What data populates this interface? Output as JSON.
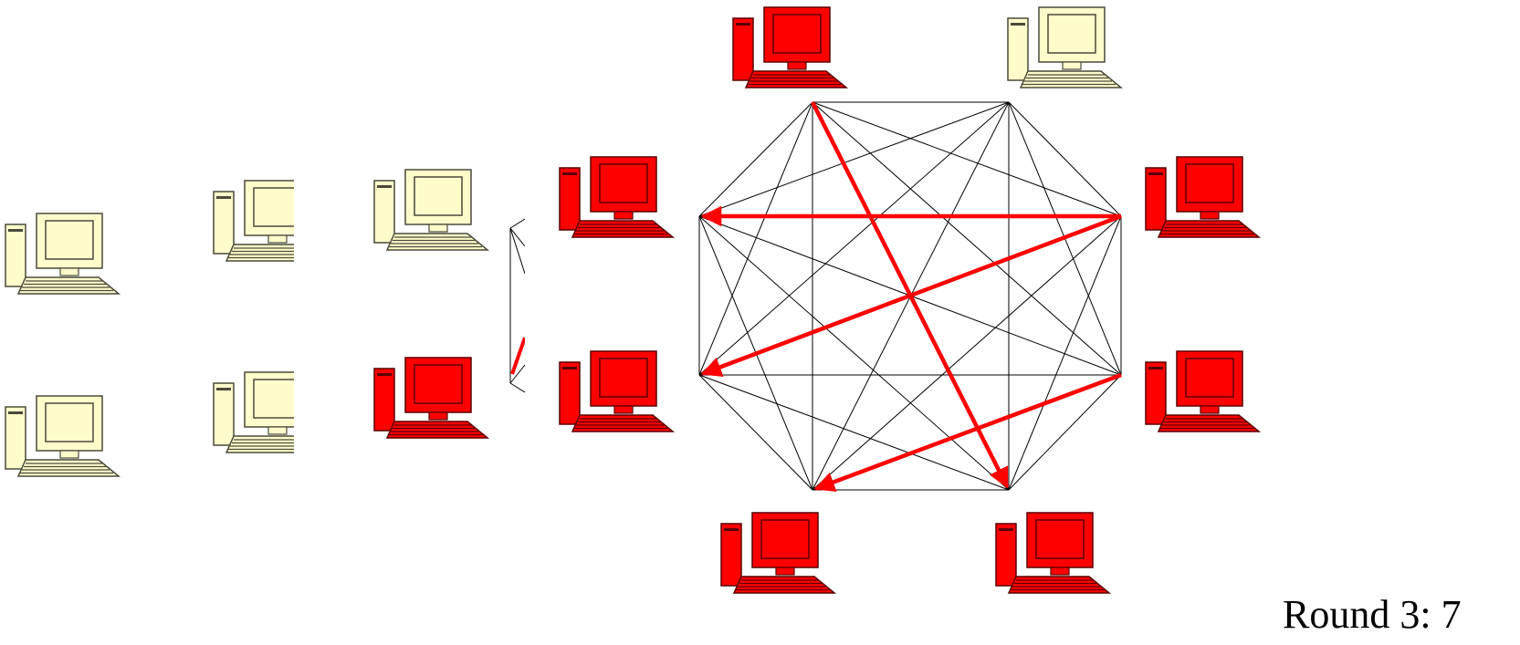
{
  "caption": "Round 3: 7",
  "colors": {
    "infected": "#ff0000",
    "infected_outline": "#5a0000",
    "healthy": "#fffccc",
    "healthy_outline": "#4a4a3a",
    "edge": "#000000",
    "highlight": "#ff0000"
  },
  "icons": {
    "computer": "desktop-computer-icon"
  },
  "stages": [
    {
      "name": "stage-1",
      "computers": [
        {
          "id": "s1-c1",
          "state": "healthy"
        },
        {
          "id": "s1-c2",
          "state": "healthy"
        }
      ]
    },
    {
      "name": "stage-2",
      "computers": [
        {
          "id": "s2-c1",
          "state": "healthy"
        },
        {
          "id": "s2-c2",
          "state": "healthy"
        }
      ]
    },
    {
      "name": "stage-3",
      "computers": [
        {
          "id": "s3-c1",
          "state": "healthy"
        },
        {
          "id": "s3-c2",
          "state": "infected"
        }
      ]
    },
    {
      "name": "stage-4",
      "nodes": [
        {
          "id": "n0",
          "state": "infected"
        },
        {
          "id": "n1",
          "state": "healthy"
        },
        {
          "id": "n2",
          "state": "infected"
        },
        {
          "id": "n3",
          "state": "infected"
        },
        {
          "id": "n4",
          "state": "infected"
        },
        {
          "id": "n5",
          "state": "infected"
        },
        {
          "id": "n6",
          "state": "infected"
        },
        {
          "id": "n7",
          "state": "infected"
        }
      ],
      "infection_arrows": [
        {
          "from": "n2",
          "to": "n7"
        },
        {
          "from": "n2",
          "to": "n6"
        },
        {
          "from": "n0",
          "to": "n4"
        },
        {
          "from": "n3",
          "to": "n5"
        }
      ]
    }
  ]
}
